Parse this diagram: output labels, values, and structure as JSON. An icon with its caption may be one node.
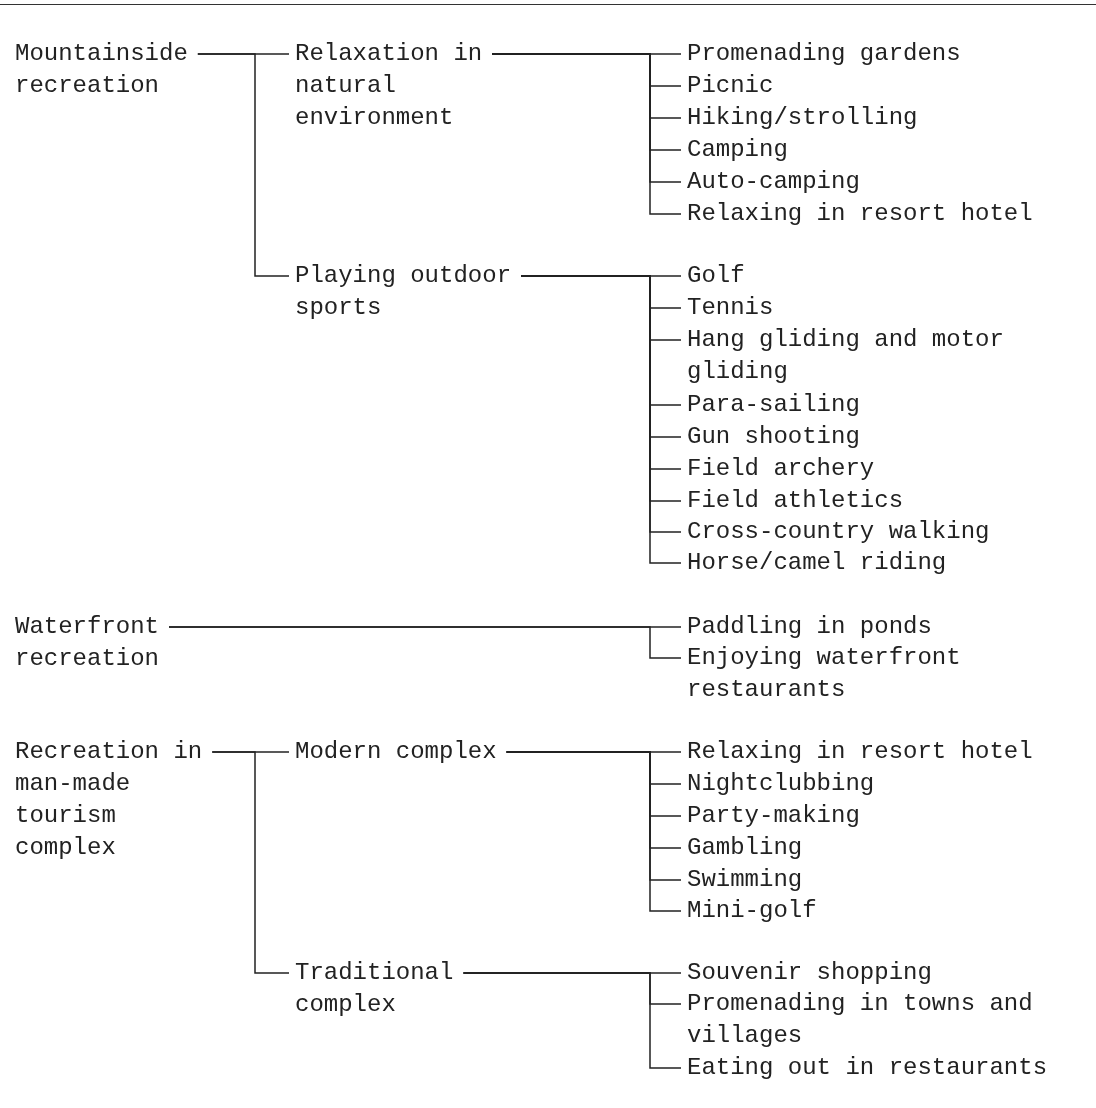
{
  "diagram": {
    "nodes": [
      {
        "text": [
          "Mountainside recreation"
        ]
      },
      {
        "text": [
          "Relaxation in natural environment"
        ]
      },
      {
        "text": [
          "Promenading gardens"
        ]
      },
      {
        "text": [
          "Picnic"
        ]
      },
      {
        "text": [
          "Hiking/strolling"
        ]
      },
      {
        "text": [
          "Camping"
        ]
      },
      {
        "text": [
          "Auto-camping"
        ]
      },
      {
        "text": [
          "Relaxing in resort hotel"
        ]
      },
      {
        "text": [
          "Playing outdoor sports"
        ]
      },
      {
        "text": [
          "Golf"
        ]
      },
      {
        "text": [
          "Tennis"
        ]
      },
      {
        "text": [
          "Hang gliding and motor gliding"
        ]
      },
      {
        "text": [
          "Para-sailing"
        ]
      },
      {
        "text": [
          "Gun shooting"
        ]
      },
      {
        "text": [
          "Field archery"
        ]
      },
      {
        "text": [
          "Field athletics"
        ]
      },
      {
        "text": [
          "Cross-country walking"
        ]
      },
      {
        "text": [
          "Horse/camel riding"
        ]
      },
      {
        "text": [
          "Waterfront recreation"
        ]
      },
      {
        "text": [
          "Paddling in ponds"
        ]
      },
      {
        "text": [
          "Enjoying waterfront restaurants"
        ]
      },
      {
        "text": [
          "Recreation in man-made tourism complex"
        ]
      },
      {
        "text": [
          "Modern complex"
        ]
      },
      {
        "text": [
          "Relaxing in resort hotel"
        ]
      },
      {
        "text": [
          "Nightclubbing"
        ]
      },
      {
        "text": [
          "Party-making"
        ]
      },
      {
        "text": [
          "Gambling"
        ]
      },
      {
        "text": [
          "Swimming"
        ]
      },
      {
        "text": [
          "Mini-golf"
        ]
      },
      {
        "text": [
          "Traditional complex"
        ]
      },
      {
        "text": [
          "Souvenir shopping"
        ]
      },
      {
        "text": [
          "Promenading in towns and villages"
        ]
      },
      {
        "text": [
          "Eating out in restaurants"
        ]
      }
    ],
    "edges": [
      {
        "from": 0,
        "to": 1,
        "arrow": "none"
      },
      {
        "from": 0,
        "to": 8,
        "arrow": "none"
      },
      {
        "from": 1,
        "to": 2,
        "arrow": "none"
      },
      {
        "from": 1,
        "to": 3,
        "arrow": "none"
      },
      {
        "from": 1,
        "to": 4,
        "arrow": "none"
      },
      {
        "from": 1,
        "to": 5,
        "arrow": "none"
      },
      {
        "from": 1,
        "to": 6,
        "arrow": "none"
      },
      {
        "from": 1,
        "to": 7,
        "arrow": "none"
      },
      {
        "from": 8,
        "to": 9,
        "arrow": "none"
      },
      {
        "from": 8,
        "to": 10,
        "arrow": "none"
      },
      {
        "from": 8,
        "to": 11,
        "arrow": "none"
      },
      {
        "from": 8,
        "to": 12,
        "arrow": "none"
      },
      {
        "from": 8,
        "to": 13,
        "arrow": "none"
      },
      {
        "from": 8,
        "to": 14,
        "arrow": "none"
      },
      {
        "from": 8,
        "to": 15,
        "arrow": "none"
      },
      {
        "from": 8,
        "to": 16,
        "arrow": "none"
      },
      {
        "from": 8,
        "to": 17,
        "arrow": "none"
      },
      {
        "from": 18,
        "to": 19,
        "arrow": "none"
      },
      {
        "from": 18,
        "to": 20,
        "arrow": "none"
      },
      {
        "from": 21,
        "to": 22,
        "arrow": "none"
      },
      {
        "from": 21,
        "to": 29,
        "arrow": "none"
      },
      {
        "from": 22,
        "to": 23,
        "arrow": "none"
      },
      {
        "from": 22,
        "to": 24,
        "arrow": "none"
      },
      {
        "from": 22,
        "to": 25,
        "arrow": "none"
      },
      {
        "from": 22,
        "to": 26,
        "arrow": "none"
      },
      {
        "from": 22,
        "to": 27,
        "arrow": "none"
      },
      {
        "from": 22,
        "to": 28,
        "arrow": "none"
      },
      {
        "from": 29,
        "to": 30,
        "arrow": "none"
      },
      {
        "from": 29,
        "to": 31,
        "arrow": "none"
      },
      {
        "from": 29,
        "to": 32,
        "arrow": "none"
      }
    ]
  }
}
